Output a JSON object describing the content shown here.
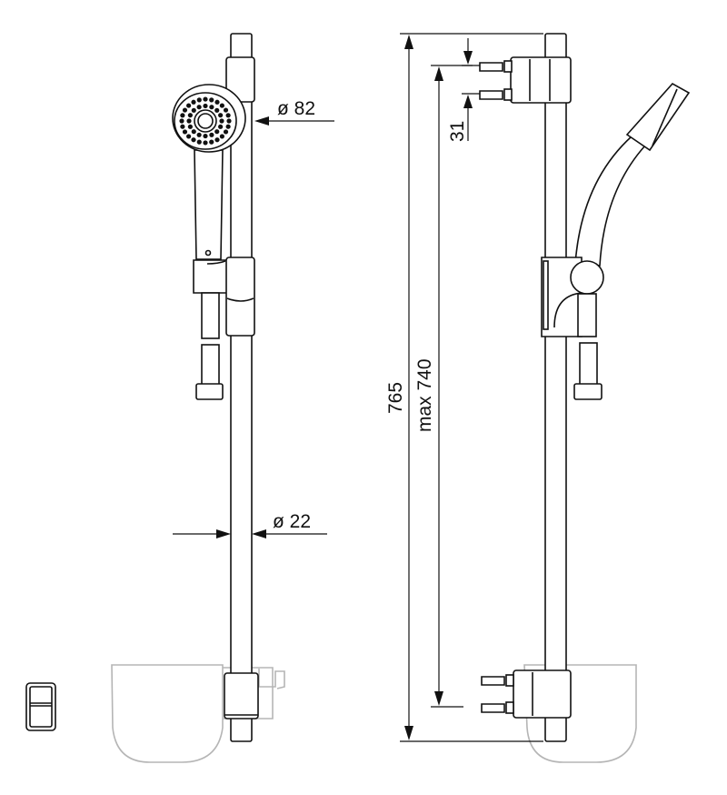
{
  "dimensions": {
    "head_diameter": "ø 82",
    "rail_diameter": "ø 22",
    "bracket_spacing": "31",
    "total_height": "765",
    "max_spacing": "max 740"
  },
  "colors": {
    "line": "#111111",
    "ghost": "#b5b5b5"
  }
}
